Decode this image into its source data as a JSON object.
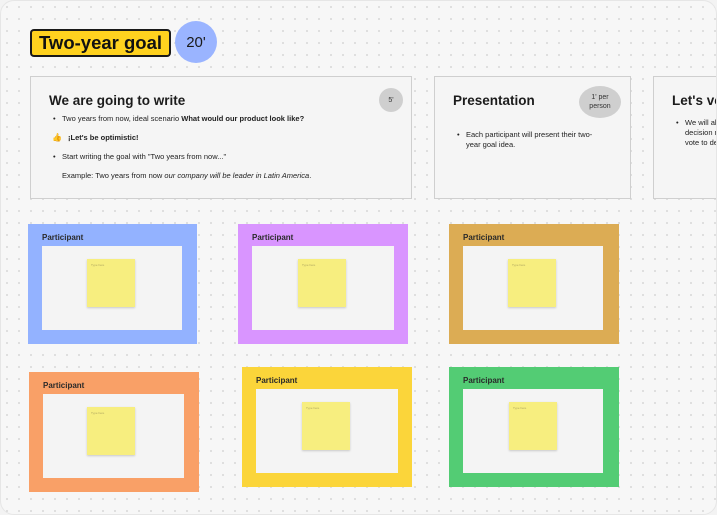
{
  "board": {
    "title": "Two-year goal",
    "timer": "20'"
  },
  "cards": {
    "write": {
      "heading": "We are going to write",
      "time": "5'",
      "bullet1_text": "Two years from now, ideal scenario ",
      "bullet1_bold": "What would our product look like?",
      "optimistic": "¡Let's be optimistic!",
      "bullet2": "Start writing the goal with \"Two years from now...\"",
      "example_prefix": "Example: Two years from ",
      "example_now": "now",
      "example_italic1": " our company will be leader in ",
      "example_latin": "Latin America",
      "example_end": "."
    },
    "presentation": {
      "heading": "Presentation",
      "time": "1' per person",
      "bullet": "Each participant will present their two-year goal idea."
    },
    "vote": {
      "heading": "Let's vote",
      "lines": [
        "We will all",
        "decision m",
        "vote to de"
      ]
    }
  },
  "frames": [
    {
      "label": "Participant",
      "color": "#93b2ff",
      "sticky_text": "Type here"
    },
    {
      "label": "Participant",
      "color": "#d995ff",
      "sticky_text": "Type here"
    },
    {
      "label": "Participant",
      "color": "#dcac54",
      "sticky_text": "Type here"
    },
    {
      "label": "Participant",
      "color": "#f9a067",
      "sticky_text": "Type here"
    },
    {
      "label": "Participant",
      "color": "#fbd53a",
      "sticky_text": "Type here"
    },
    {
      "label": "Participant",
      "color": "#53cc74",
      "sticky_text": "Type here"
    }
  ],
  "icons": {
    "thumbs_up": "thumbs-up-icon"
  }
}
